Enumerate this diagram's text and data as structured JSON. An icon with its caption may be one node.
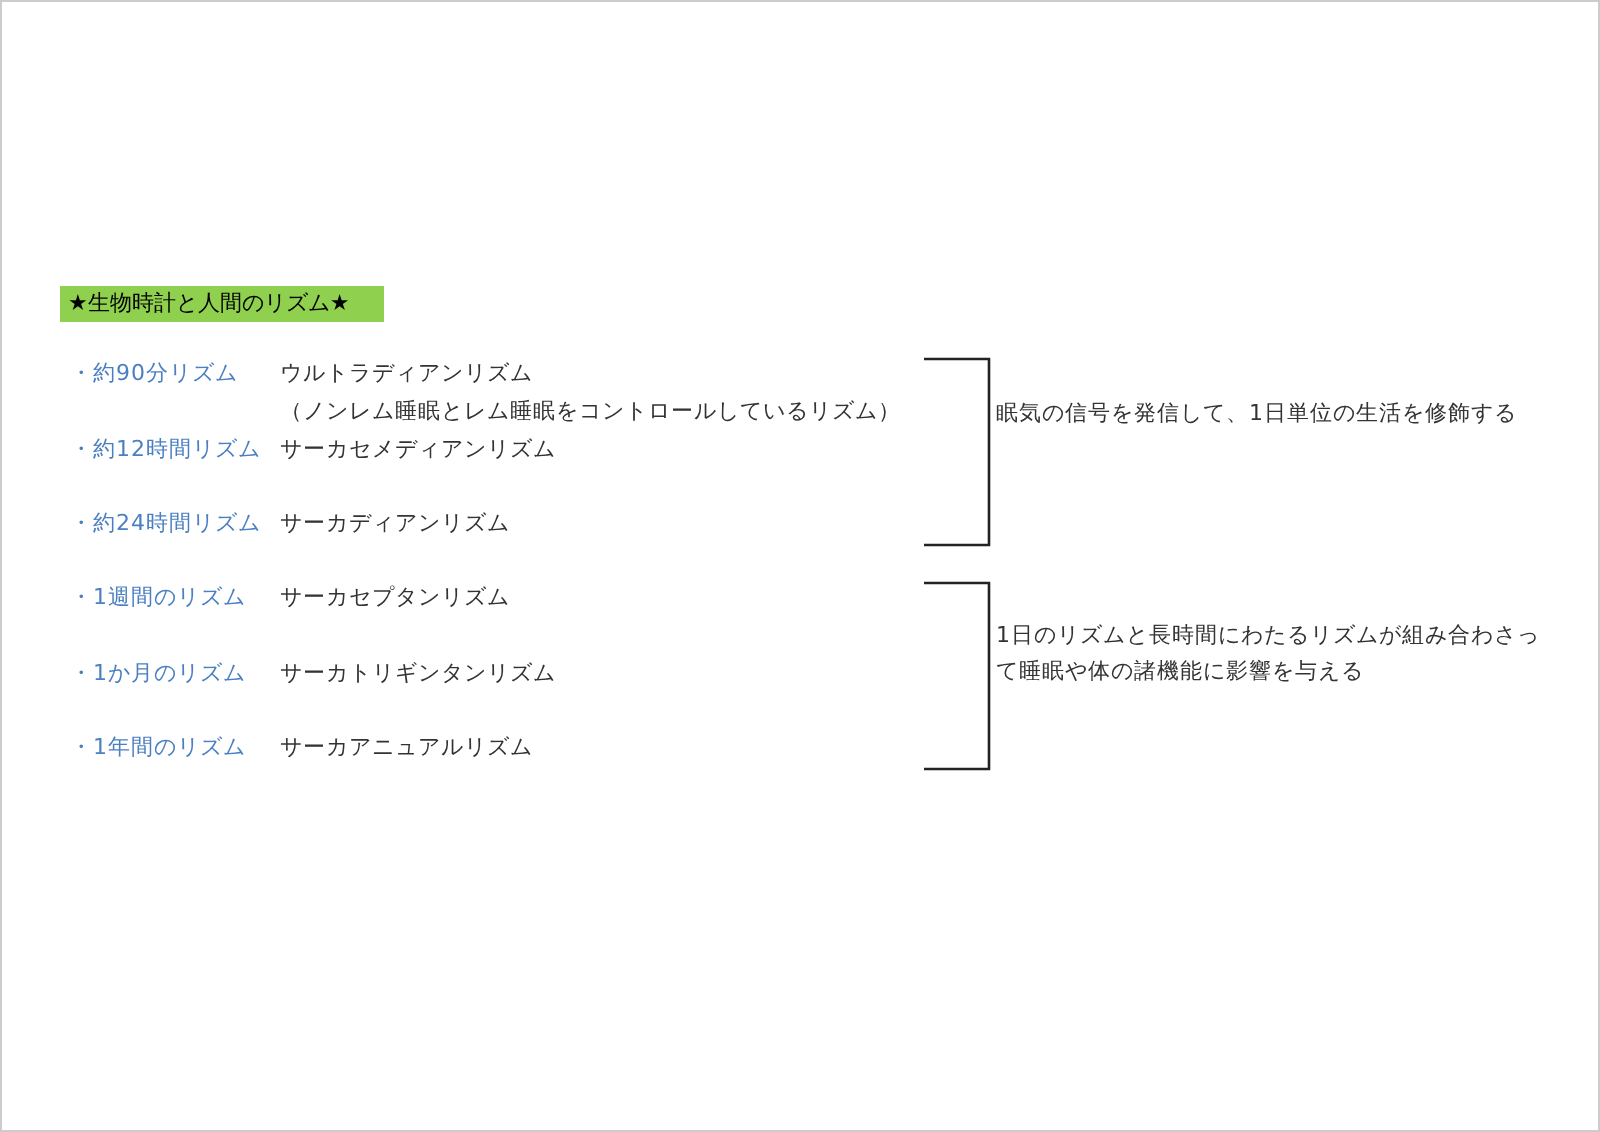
{
  "diagram": {
    "title": "★生物時計と人間のリズム★",
    "labels": [
      "・約90分リズム",
      "ウルトラディアンリズム",
      "（ノンレム睡眠とレム睡眠をコントロールしているリズム）",
      "・約12時間リズム",
      "サーカセメディアンリズム",
      "・約24時間リズム",
      "サーカディアンリズム",
      "・1週間のリズム",
      "サーカセプタンリズム",
      "・1か月のリズム",
      "サーカトリギンタンリズム",
      "・1年間のリズム",
      "サーカアニュアルリズム",
      "眠気の信号を発信して、1日単位の生活を修飾する",
      "1日のリズムと長時間にわたるリズムが組み合わさって睡眠や体の諸機能に影響を与える"
    ]
  }
}
